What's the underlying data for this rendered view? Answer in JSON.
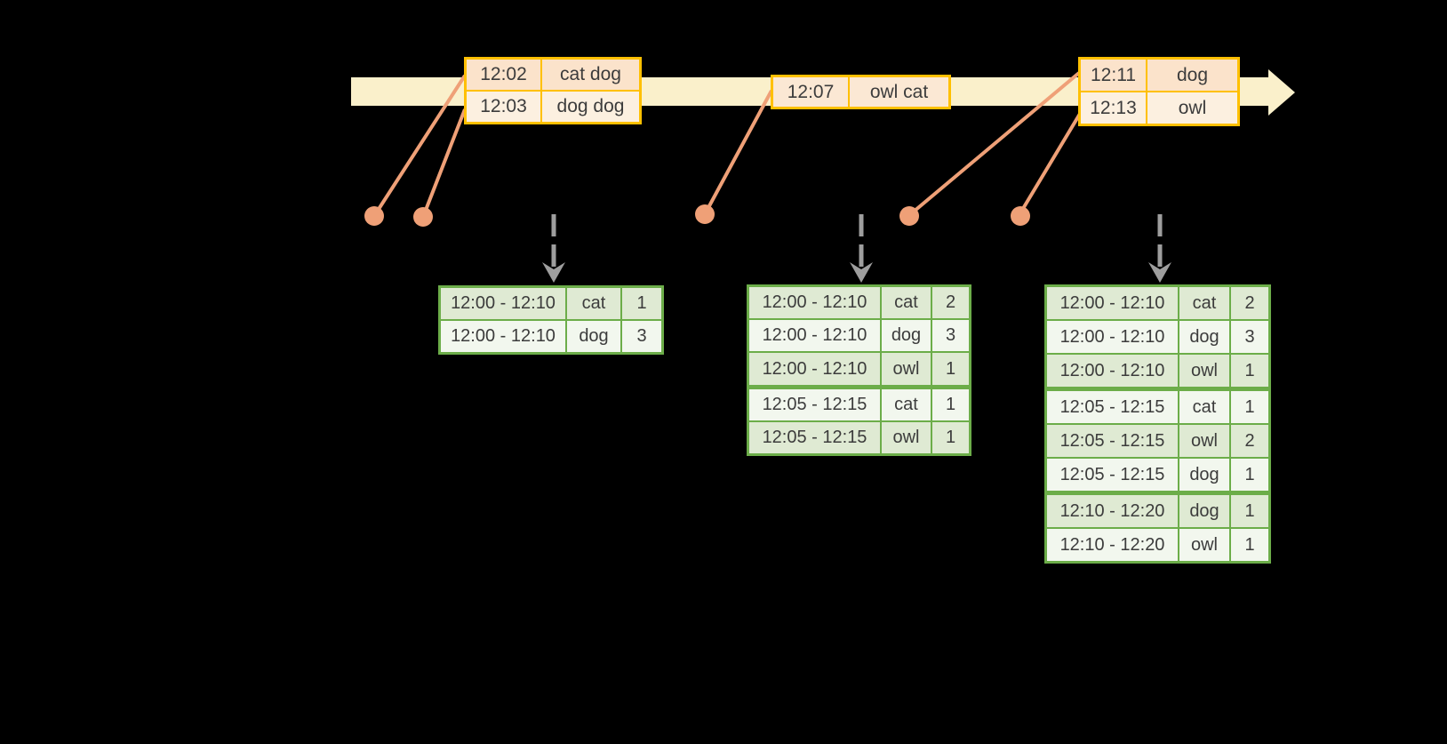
{
  "colors": {
    "background": "#000000",
    "timeline_fill": "#FAF0CB",
    "event_table_border": "#FFC000",
    "event_row_dark": "#FBE3CB",
    "event_row_light": "#FCF0E0",
    "connector_orange": "#EFA077",
    "trigger_arrow_gray": "#9E9E9E",
    "result_table_border": "#6CAD49",
    "result_row_tint": "#DFEAD3",
    "result_row_light": "#F2F7EE",
    "text": "#3C3C3C"
  },
  "icons": {
    "timeline_arrow": "fat-right-arrow",
    "event_marker": "filled-dot",
    "trigger_arrow": "dashed-down-arrow"
  },
  "event_tables": [
    {
      "rows": [
        {
          "time": "12:02",
          "words": "cat dog"
        },
        {
          "time": "12:03",
          "words": "dog dog"
        }
      ]
    },
    {
      "rows": [
        {
          "time": "12:07",
          "words": "owl cat"
        }
      ]
    },
    {
      "rows": [
        {
          "time": "12:11",
          "words": "dog"
        },
        {
          "time": "12:13",
          "words": "owl"
        }
      ]
    }
  ],
  "result_tables": [
    {
      "rows": [
        {
          "window": "12:00 - 12:10",
          "word": "cat",
          "count": "1"
        },
        {
          "window": "12:00 - 12:10",
          "word": "dog",
          "count": "3"
        }
      ]
    },
    {
      "rows": [
        {
          "window": "12:00 - 12:10",
          "word": "cat",
          "count": "2"
        },
        {
          "window": "12:00 - 12:10",
          "word": "dog",
          "count": "3"
        },
        {
          "window": "12:00 - 12:10",
          "word": "owl",
          "count": "1"
        },
        {
          "window": "12:05 - 12:15",
          "word": "cat",
          "count": "1"
        },
        {
          "window": "12:05 - 12:15",
          "word": "owl",
          "count": "1"
        }
      ]
    },
    {
      "rows": [
        {
          "window": "12:00 - 12:10",
          "word": "cat",
          "count": "2"
        },
        {
          "window": "12:00 - 12:10",
          "word": "dog",
          "count": "3"
        },
        {
          "window": "12:00 - 12:10",
          "word": "owl",
          "count": "1"
        },
        {
          "window": "12:05 - 12:15",
          "word": "cat",
          "count": "1"
        },
        {
          "window": "12:05 - 12:15",
          "word": "owl",
          "count": "2"
        },
        {
          "window": "12:05 - 12:15",
          "word": "dog",
          "count": "1"
        },
        {
          "window": "12:10 - 12:20",
          "word": "dog",
          "count": "1"
        },
        {
          "window": "12:10 - 12:20",
          "word": "owl",
          "count": "1"
        }
      ]
    }
  ]
}
